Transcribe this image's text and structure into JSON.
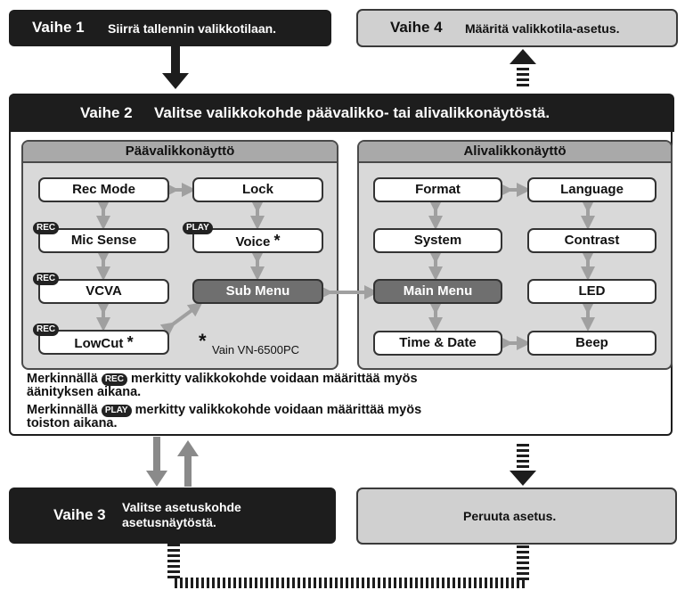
{
  "step1": {
    "label": "Vaihe 1",
    "text": "Siirrä tallennin valikkotilaan."
  },
  "step4": {
    "label": "Vaihe 4",
    "text": "Määritä valikkotila-asetus."
  },
  "step2": {
    "label": "Vaihe 2",
    "text": "Valitse valikkokohde päävalikko- tai alivalikkonäytöstä."
  },
  "step3": {
    "label": "Vaihe 3",
    "text_line1": "Valitse asetuskohde",
    "text_line2": "asetusnäytöstä."
  },
  "cancel": {
    "text": "Peruuta asetus."
  },
  "main_panel": {
    "title": "Päävalikkonäyttö",
    "items": {
      "rec_mode": "Rec Mode",
      "lock": "Lock",
      "mic_sense": "Mic Sense",
      "voice": "Voice",
      "vcva": "VCVA",
      "sub_menu": "Sub Menu",
      "lowcut": "LowCut"
    },
    "footnote_mark": "*",
    "footnote": "Vain VN-6500PC"
  },
  "sub_panel": {
    "title": "Alivalikkonäyttö",
    "items": {
      "format": "Format",
      "language": "Language",
      "system": "System",
      "contrast": "Contrast",
      "main_menu": "Main Menu",
      "led": "LED",
      "time_date": "Time & Date",
      "beep": "Beep"
    }
  },
  "badges": {
    "rec": "REC",
    "play": "PLAY"
  },
  "notes": {
    "rec_prefix": "Merkinnällä",
    "rec_suffix": "merkitty valikkokohde voidaan määrittää myös",
    "rec_line2": "äänityksen aikana.",
    "play_prefix": "Merkinnällä",
    "play_suffix": "merkitty valikkokohde voidaan määrittää myös",
    "play_line2": "toiston aikana."
  },
  "colors": {
    "dark": "#1d1d1d",
    "panel": "#d9d9d9",
    "panel_head": "#a9a9a9",
    "selected": "#6f6f6f",
    "arrow": "#a0a0a0"
  }
}
